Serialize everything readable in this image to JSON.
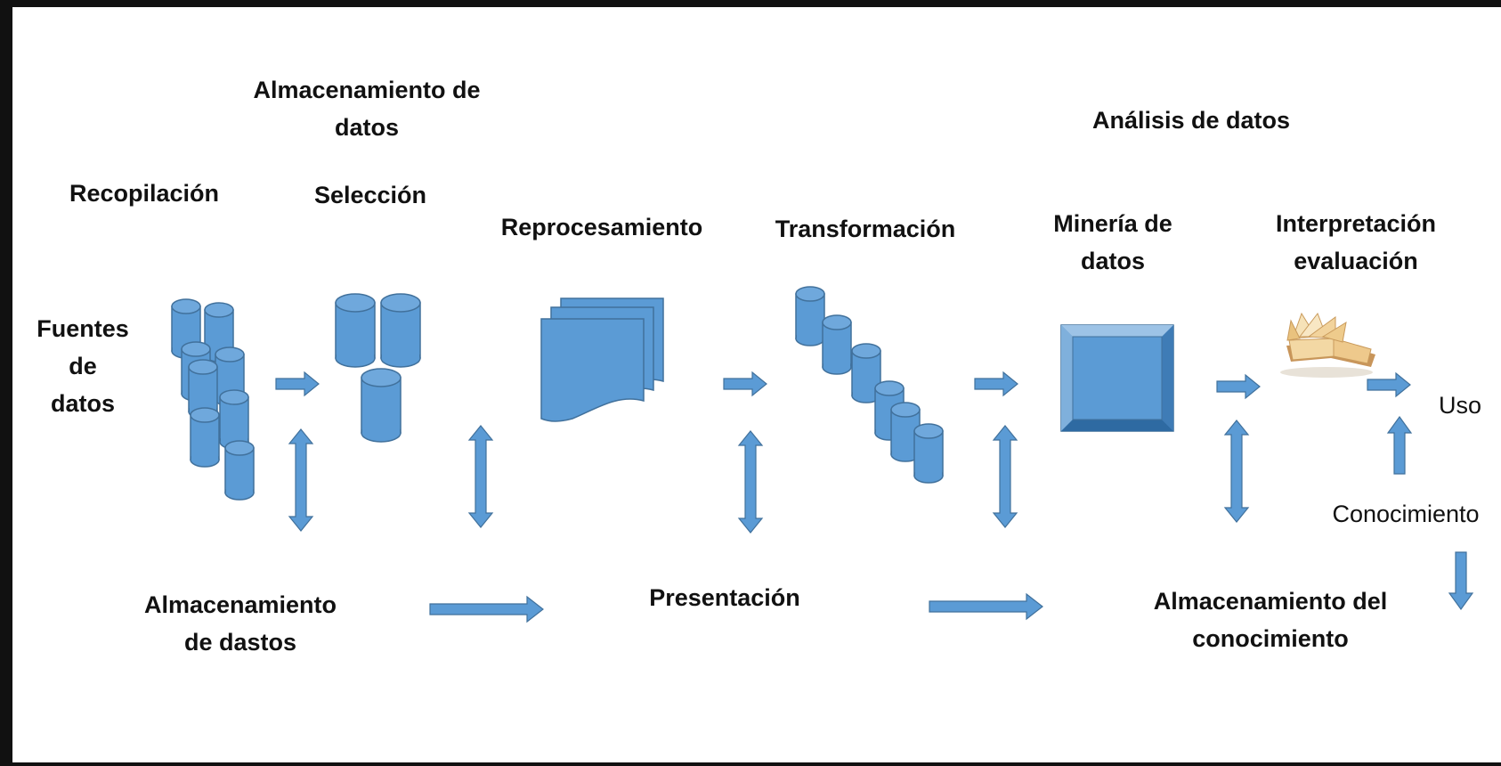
{
  "diagram": {
    "labels": {
      "almacenamiento_datos_l1": "Almacenamiento de",
      "almacenamiento_datos_l2": "datos",
      "analisis": "Análisis de datos",
      "recopilacion": "Recopilación",
      "seleccion": "Selección",
      "reprocesamiento": "Reprocesamiento",
      "transformacion": "Transformación",
      "mineria_l1": "Minería de",
      "mineria_l2": "datos",
      "interpretacion_l1": "Interpretación",
      "interpretacion_l2": "evaluación",
      "fuentes_l1": "Fuentes",
      "fuentes_l2": "de",
      "fuentes_l3": "datos",
      "uso": "Uso",
      "conocimiento": "Conocimiento",
      "almacenamiento_dastos_l1": "Almacenamiento",
      "almacenamiento_dastos_l2": "de dastos",
      "presentacion": "Presentación",
      "almacenamiento_conocimiento_l1": "Almacenamiento del",
      "almacenamiento_conocimiento_l2": "conocimiento"
    },
    "colors": {
      "shape_fill": "#5b9bd5",
      "shape_stroke": "#41719c",
      "text": "#111111",
      "frame": "#111111"
    },
    "icons": [
      "database-cylinders",
      "stacked-documents",
      "bevel-square",
      "open-book",
      "arrow-right",
      "arrow-updown",
      "arrow-up",
      "arrow-down"
    ]
  }
}
